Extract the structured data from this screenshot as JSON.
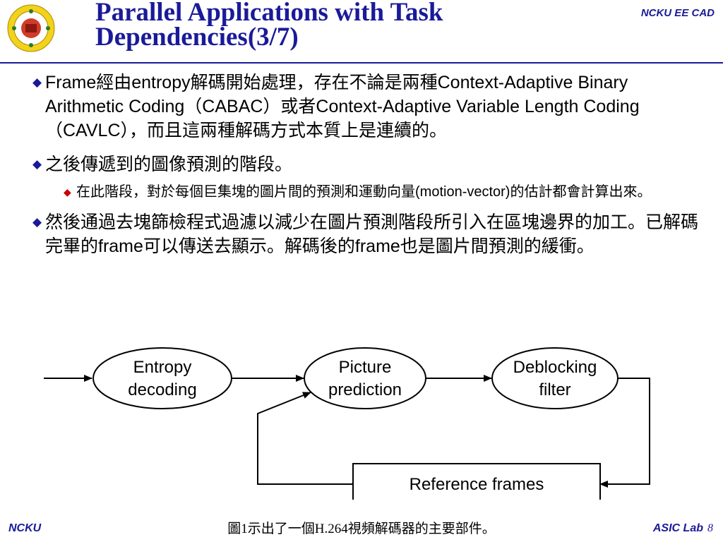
{
  "header": {
    "title_line1": "Parallel Applications with Task",
    "title_line2": "Dependencies(3/7)",
    "corner_tag": "NCKU EE CAD"
  },
  "content": {
    "bullet1": "Frame經由entropy解碼開始處理，存在不論是兩種Context-Adaptive Binary Arithmetic Coding（CABAC）或者Context-Adaptive Variable Length Coding（CAVLC），而且這兩種解碼方式本質上是連續的。",
    "bullet2": "之後傳遞到的圖像預測的階段。",
    "sub_bullet": "在此階段，對於每個巨集塊的圖片間的預測和運動向量(motion-vector)的估計都會計算出來。",
    "bullet3": "然後通過去塊篩檢程式過濾以減少在圖片預測階段所引入在區塊邊界的加工。已解碼完畢的frame可以傳送去顯示。解碼後的frame也是圖片間預測的緩衝。"
  },
  "diagram": {
    "entropy_line1": "Entropy",
    "entropy_line2": "decoding",
    "picture_line1": "Picture",
    "picture_line2": "prediction",
    "deblock_line1": "Deblocking",
    "deblock_line2": "filter",
    "reference": "Reference frames"
  },
  "caption": "圖1示出了一個H.264視頻解碼器的主要部件。",
  "footer": {
    "left": "NCKU",
    "right": "ASIC Lab",
    "page": "8"
  },
  "colors": {
    "title": "#1a1a99",
    "bullet_mark": "#1a1a99",
    "sub_mark": "#cc0000"
  },
  "icons": {
    "logo": "university-seal-icon",
    "bullet": "diamond-bullet-icon"
  }
}
